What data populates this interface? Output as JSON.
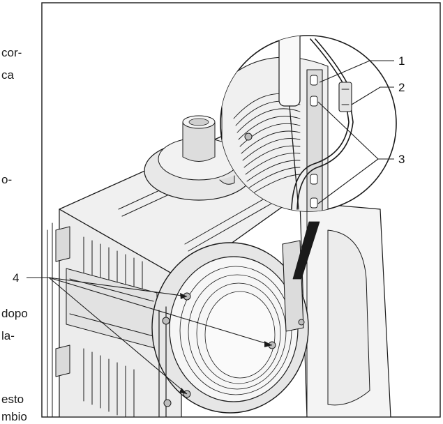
{
  "left_text_fragments": [
    "cor-",
    "ca",
    "o-",
    "dopo",
    "la-",
    "esto",
    "mbio"
  ],
  "callouts": {
    "c1": "1",
    "c2": "2",
    "c3": "3",
    "c4": "4"
  },
  "colors": {
    "line": "#1a1a1a",
    "part_light": "#f2f2f2",
    "part_mid": "#d9d9d9",
    "part_dark": "#9a9a9a"
  }
}
